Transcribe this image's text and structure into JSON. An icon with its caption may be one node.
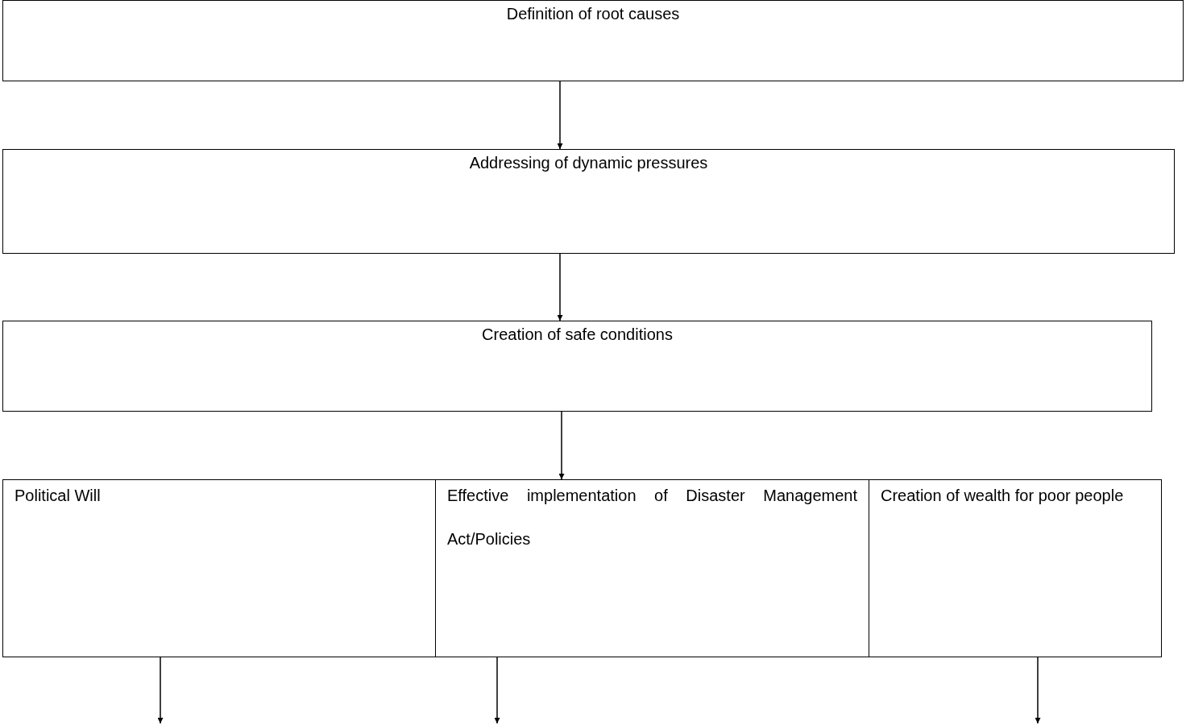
{
  "diagram": {
    "nodes": [
      {
        "text": [
          "Definition of root causes"
        ]
      },
      {
        "text": [
          "Addressing of dynamic pressures"
        ]
      },
      {
        "text": [
          "Creation of safe conditions"
        ]
      },
      {
        "text": [
          "Political Will"
        ]
      },
      {
        "text": [
          "Effective implementation of Disaster Management Act/Policies"
        ]
      },
      {
        "text": [
          "Creation of wealth for poor people"
        ]
      }
    ],
    "edges": [
      {
        "from": 0,
        "to": 1,
        "arrow": "to"
      },
      {
        "from": 1,
        "to": 2,
        "arrow": "to"
      },
      {
        "from": 2,
        "to": 4,
        "arrow": "to"
      },
      {
        "from": 3,
        "to": null,
        "arrow": "to"
      },
      {
        "from": 4,
        "to": null,
        "arrow": "to"
      },
      {
        "from": 5,
        "to": null,
        "arrow": "to"
      }
    ]
  }
}
